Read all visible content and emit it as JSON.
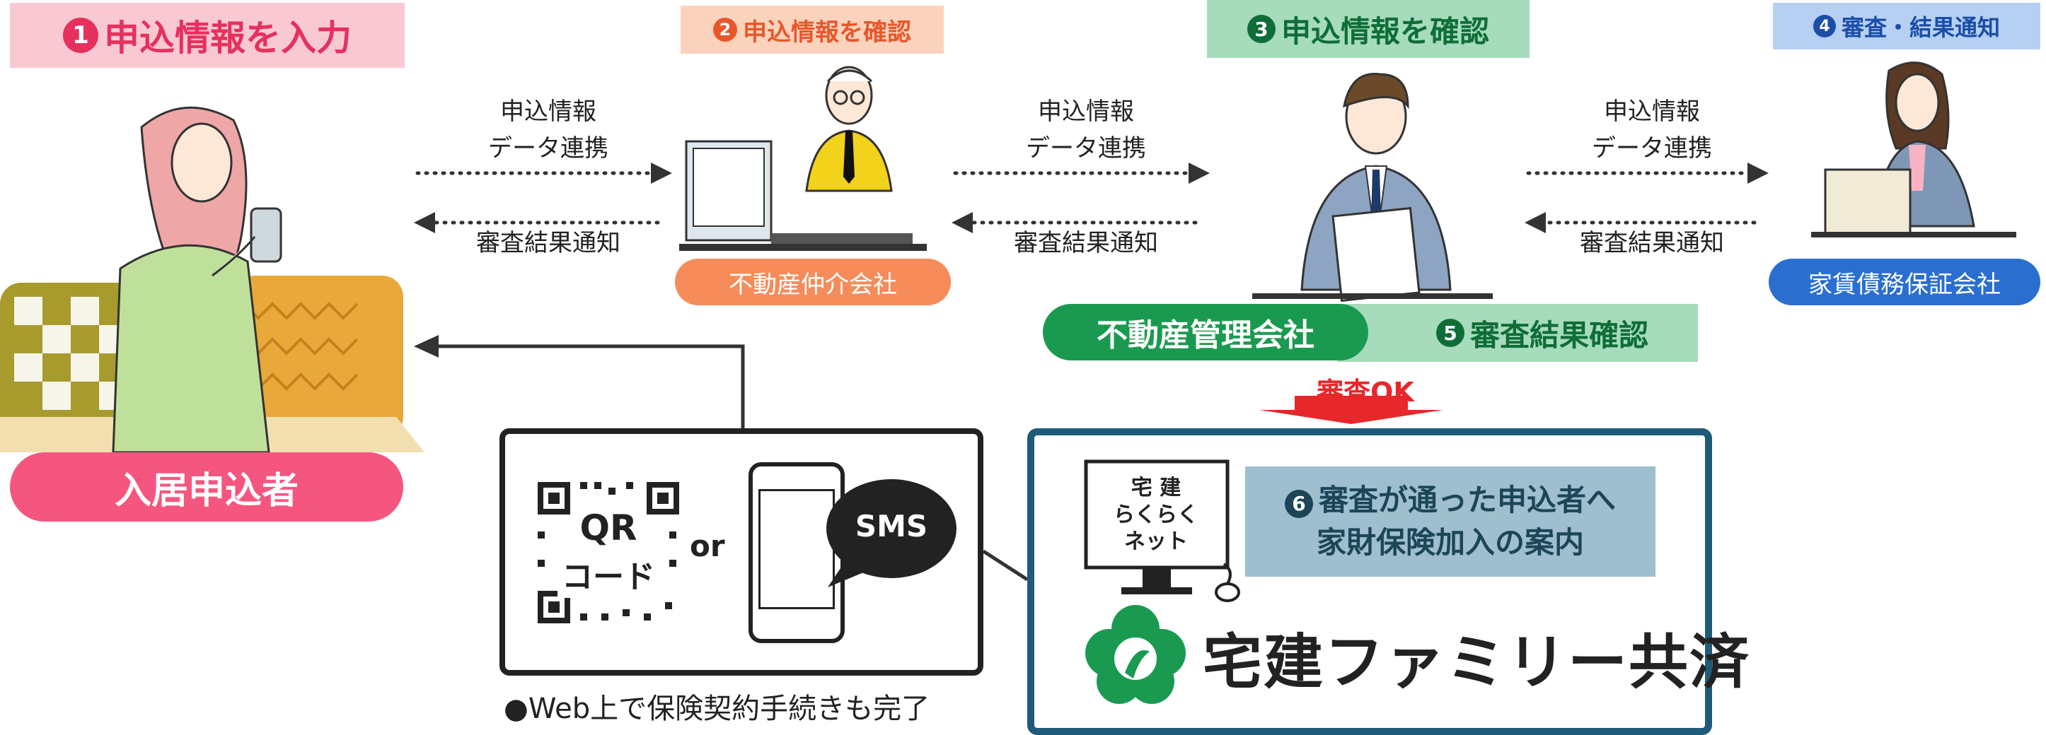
{
  "steps": {
    "s1": {
      "num": "1",
      "label": "申込情報を入力"
    },
    "s2": {
      "num": "2",
      "label": "申込情報を確認"
    },
    "s3": {
      "num": "3",
      "label": "申込情報を確認"
    },
    "s4": {
      "num": "4",
      "label": "審査・結果通知"
    },
    "s5": {
      "num": "5",
      "label": "審査結果確認"
    },
    "s6": {
      "num": "6",
      "line1": "審査が通った申込者へ",
      "line2": "家財保険加入の案内"
    }
  },
  "actors": {
    "applicant": "入居申込者",
    "broker": "不動産仲介会社",
    "manager": "不動産管理会社",
    "guarantor": "家賃債務保証会社"
  },
  "flows": {
    "data_link_line1": "申込情報",
    "data_link_line2": "データ連携",
    "result_notice": "審査結果通知"
  },
  "approval": "審査OK",
  "contact": {
    "qr_line1": "QR",
    "qr_line2": "コード",
    "or": "or",
    "sms": "SMS",
    "web_note": "●Web上で保険契約手続きも完了"
  },
  "monitor_lines": [
    "宅 建",
    "らくらく",
    "ネット"
  ],
  "brand": "宅建ファミリー共済",
  "colors": {
    "pink": "#f5567f",
    "pink_light": "#f9c9d3",
    "orange": "#f58c5a",
    "orange_light": "#fbd3bd",
    "green": "#1a9a50",
    "green_light": "#a6dcbc",
    "blue": "#2a6fd0",
    "blue_light": "#b7d0f2",
    "navy": "#1f5a78",
    "red": "#e8272a"
  }
}
